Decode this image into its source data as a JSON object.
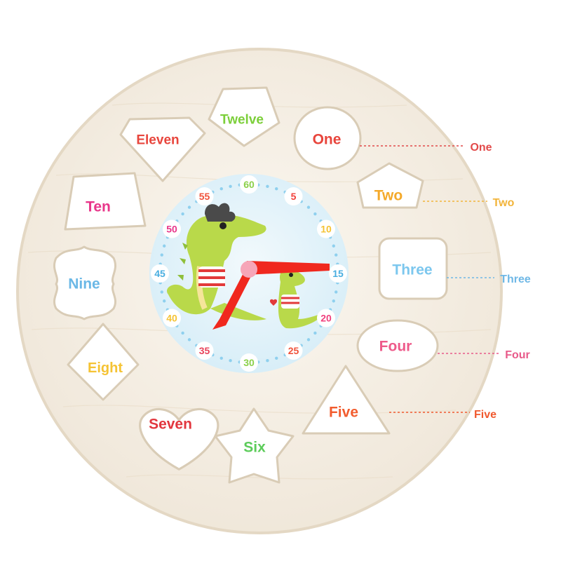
{
  "clock": {
    "hours": [
      {
        "label": "Twelve",
        "color": "#7ccf3a",
        "shape": "pentagon-down"
      },
      {
        "label": "One",
        "color": "#e8453c",
        "shape": "circle"
      },
      {
        "label": "Two",
        "color": "#f4a92a",
        "shape": "pentagon-up"
      },
      {
        "label": "Three",
        "color": "#7cc7ee",
        "shape": "rounded-square"
      },
      {
        "label": "Four",
        "color": "#ee5a8a",
        "shape": "oval"
      },
      {
        "label": "Five",
        "color": "#f25c2e",
        "shape": "triangle"
      },
      {
        "label": "Six",
        "color": "#5ccc5a",
        "shape": "star"
      },
      {
        "label": "Seven",
        "color": "#e2363e",
        "shape": "heart"
      },
      {
        "label": "Eight",
        "color": "#f5c334",
        "shape": "diamond"
      },
      {
        "label": "Nine",
        "color": "#6bb8e6",
        "shape": "cross"
      },
      {
        "label": "Ten",
        "color": "#e8368a",
        "shape": "trapezoid"
      },
      {
        "label": "Eleven",
        "color": "#e8453c",
        "shape": "gem"
      }
    ],
    "minutes": [
      {
        "label": "60",
        "color": "#8bd04a"
      },
      {
        "label": "5",
        "color": "#f2423c"
      },
      {
        "label": "10",
        "color": "#f5c334"
      },
      {
        "label": "15",
        "color": "#49aee0"
      },
      {
        "label": "20",
        "color": "#f0407d"
      },
      {
        "label": "25",
        "color": "#f0523a"
      },
      {
        "label": "30",
        "color": "#8bd04a"
      },
      {
        "label": "35",
        "color": "#e8435a"
      },
      {
        "label": "40",
        "color": "#f5c334"
      },
      {
        "label": "45",
        "color": "#49aee0"
      },
      {
        "label": "50",
        "color": "#e8368a"
      },
      {
        "label": "55",
        "color": "#f0523a"
      }
    ],
    "hand_color": "#f0281e",
    "pin_color": "#f6a6b8"
  },
  "callouts": [
    {
      "label": "One",
      "color": "#e24a4a"
    },
    {
      "label": "Two",
      "color": "#f2b43a"
    },
    {
      "label": "Three",
      "color": "#6fb8e6"
    },
    {
      "label": "Four",
      "color": "#e85a8a"
    },
    {
      "label": "Five",
      "color": "#f0592e"
    }
  ]
}
